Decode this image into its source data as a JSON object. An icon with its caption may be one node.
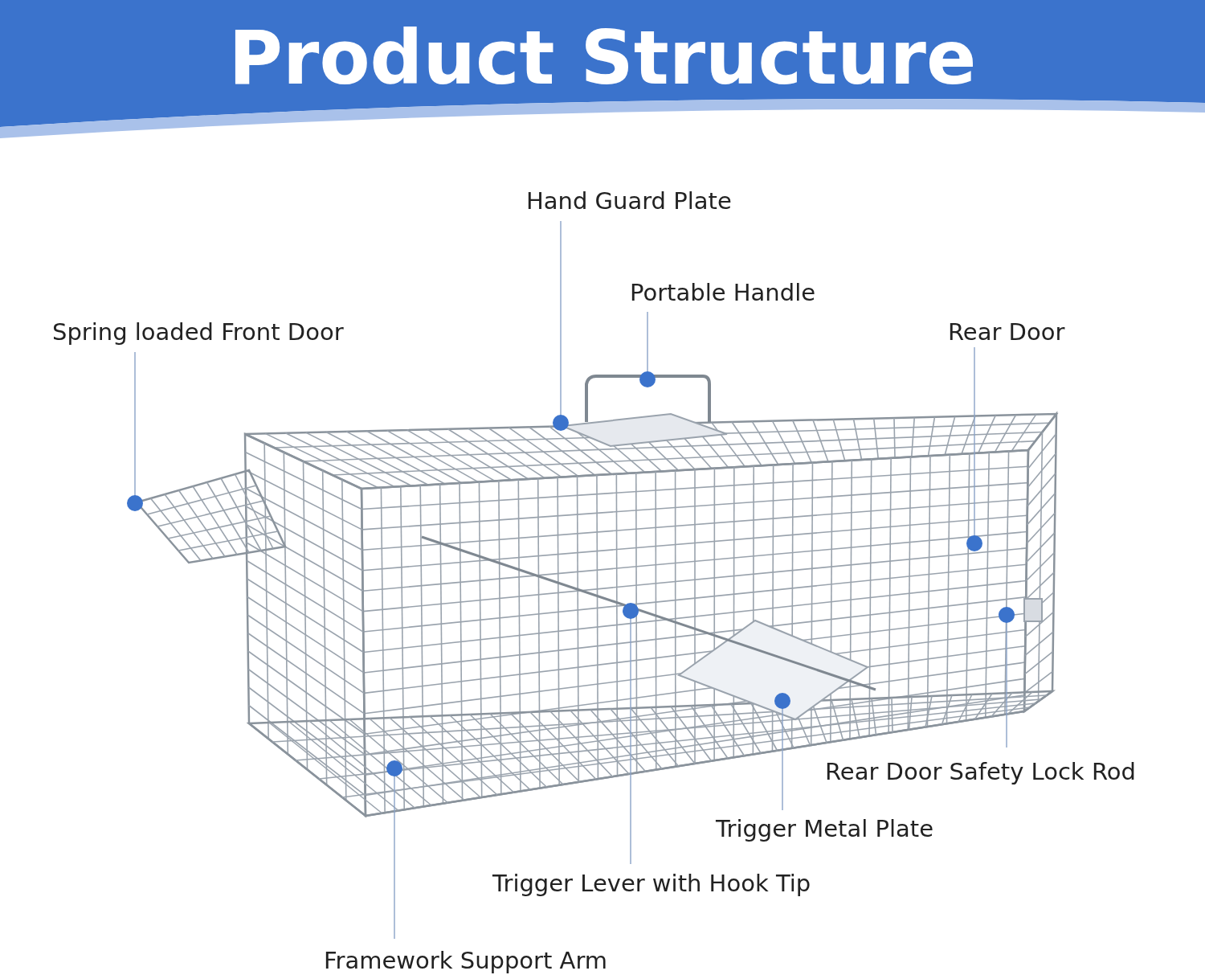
{
  "diagram": {
    "title": "Product Structure",
    "nodes": [
      {
        "text": [
          "Hand Guard Plate"
        ]
      },
      {
        "text": [
          "Portable Handle"
        ]
      },
      {
        "text": [
          "Spring loaded Front Door"
        ]
      },
      {
        "text": [
          "Rear Door"
        ]
      },
      {
        "text": [
          "Rear Door Safety Lock Rod"
        ]
      },
      {
        "text": [
          "Trigger Metal Plate"
        ]
      },
      {
        "text": [
          "Trigger Lever with Hook Tip"
        ]
      },
      {
        "text": [
          "Framework Support Arm"
        ]
      }
    ],
    "edges": [
      {
        "from": 0,
        "to": null,
        "arrow": "none"
      },
      {
        "from": 1,
        "to": null,
        "arrow": "none"
      },
      {
        "from": 2,
        "to": null,
        "arrow": "none"
      },
      {
        "from": 3,
        "to": null,
        "arrow": "none"
      },
      {
        "from": 4,
        "to": null,
        "arrow": "none"
      },
      {
        "from": 5,
        "to": null,
        "arrow": "none"
      },
      {
        "from": 6,
        "to": null,
        "arrow": "none"
      },
      {
        "from": 7,
        "to": null,
        "arrow": "none"
      }
    ]
  }
}
